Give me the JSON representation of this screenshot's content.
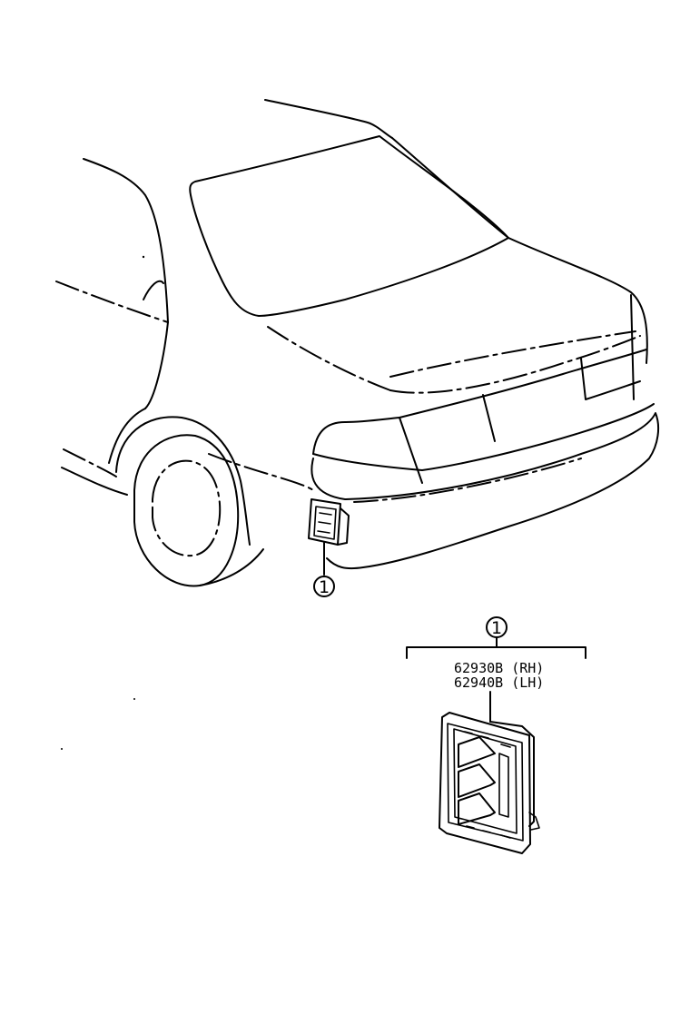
{
  "callout": {
    "number": "1"
  },
  "part_group": {
    "number": "1",
    "parts": [
      {
        "label": "62930B (RH)"
      },
      {
        "label": "62940B (LH)"
      }
    ]
  }
}
